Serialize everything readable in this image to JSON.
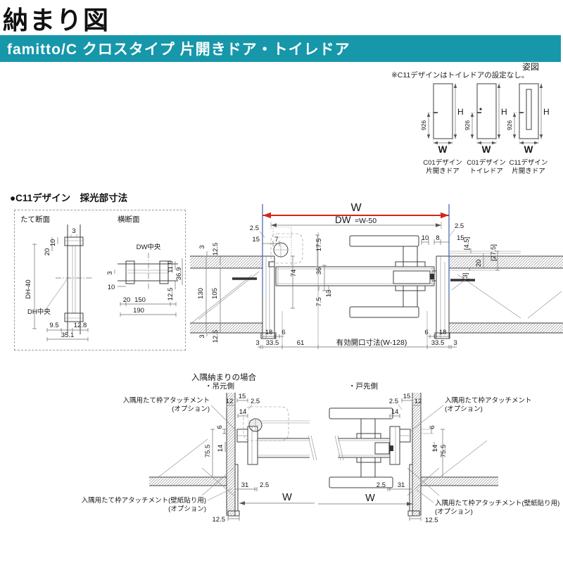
{
  "page": {
    "title": "納まり図",
    "banner": "famitto/C クロスタイプ 片開きドア・トイレドア"
  },
  "colors": {
    "teal": "#1697aa",
    "red": "#d2281e",
    "blue": "#4a6db8",
    "line": "#3f3f3f"
  },
  "elev": {
    "label": "姿図",
    "note": "※C11デザインはトイレドアの設定なし。",
    "dims": {
      "h": "H",
      "w": "W",
      "handle": "926"
    },
    "doors": [
      {
        "caption1": "C01デザイン",
        "caption2": "片開きドア"
      },
      {
        "caption1": "C01デザイン",
        "caption2": "トイレドア"
      },
      {
        "caption1": "C11デザイン",
        "caption2": "片開きドア"
      }
    ]
  },
  "c11": {
    "heading": "●C11デザイン　採光部寸法",
    "tate": {
      "label": "たて断面",
      "d3": "3",
      "d10": "10",
      "d20": "20",
      "dh_center": "DH中央",
      "dh_minus": "DH-40",
      "d9_5": "9.5",
      "d12_8": "12.8",
      "d35_1": "35.1"
    },
    "yoko": {
      "label": "横断面",
      "dw_center": "DW中央",
      "d3": "3",
      "d10": "10",
      "d11_9": "11.9",
      "d36_9": "36.9",
      "d12_5": "12.5",
      "d20": "20",
      "d150": "150",
      "d190": "190"
    }
  },
  "main": {
    "w": "W",
    "dw": "DW",
    "dw_eq": "=W-50",
    "opening": "有効開口寸法(W-128)",
    "left": {
      "d2_5": "2.5",
      "d15": "15",
      "d7": "7",
      "d17_5": "17.5",
      "d3t": "3",
      "d12_5t": "12.5",
      "d130": "130",
      "d105": "105",
      "d3b": "3",
      "d12_5b": "12.5",
      "d74": "74",
      "d36": "36",
      "d7_5": "7.5",
      "d13": "13",
      "d18": "18",
      "d6": "6",
      "d3": "3",
      "d33_5": "33.5",
      "d61": "61"
    },
    "right": {
      "d10": "10",
      "d8": "8",
      "d2_5": "2.5",
      "d15": "15",
      "b4_5": "[4.5]",
      "b27_5": "[27.5]",
      "d20": "20",
      "b3": "[3]",
      "d6": "6",
      "d18": "18",
      "d33_5": "33.5",
      "d3": "3"
    }
  },
  "corner": {
    "title": "入隅納まりの場合",
    "hinge_side": "・吊元側",
    "latch_side": "・戸先側",
    "attach1a": "入隅用たて枠アタッチメント",
    "attach1b": "(オプション)",
    "attach2a": "入隅用たて枠アタッチメント(壁紙貼り用)",
    "attach2b": "(オプション)",
    "left": {
      "d12": "12",
      "d15": "15",
      "d2_5": "2.5",
      "d14a": "14",
      "d6": "6",
      "d14b": "14",
      "d75_5": "75.5",
      "d31": "31",
      "d2_5b": "2.5",
      "w": "W",
      "d12_5": "12.5"
    },
    "right": {
      "d2_5": "2.5",
      "d15": "15",
      "d12": "12",
      "d14a": "14",
      "d6": "6",
      "d14b": "14",
      "d75_5": "75.5",
      "d2_5b": "2.5",
      "d31": "31",
      "w": "W",
      "d12_5": "12.5"
    }
  }
}
